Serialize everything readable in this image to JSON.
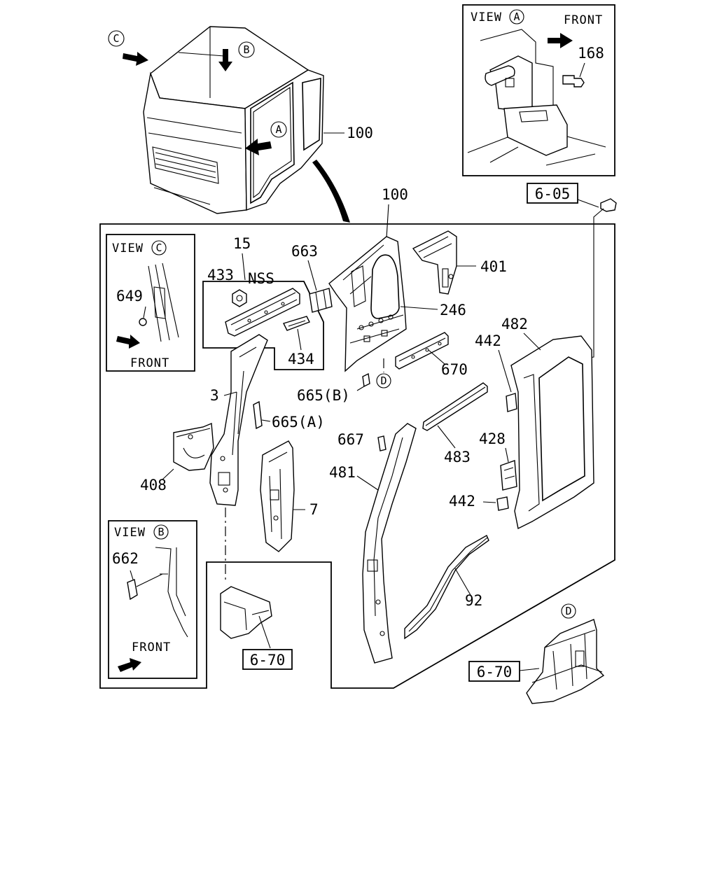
{
  "labels": {
    "p100_top": "100",
    "p100_main": "100",
    "p15": "15",
    "p433": "433",
    "nss": "NSS",
    "p434": "434",
    "p663": "663",
    "p246": "246",
    "p401": "401",
    "p670": "670",
    "p665b": "665(B)",
    "p665a": "665(A)",
    "p3": "3",
    "p408": "408",
    "p7": "7",
    "p649": "649",
    "p168": "168",
    "p667": "667",
    "p483": "483",
    "p481": "481",
    "p482": "482",
    "p442a": "442",
    "p442b": "442",
    "p428": "428",
    "p92": "92",
    "p662": "662"
  },
  "refs": {
    "r605": "6-05",
    "r670_left": "6-70",
    "r670_right": "6-70"
  },
  "views": {
    "a": {
      "title": "VIEW",
      "letter": "A",
      "front": "FRONT"
    },
    "b": {
      "title": "VIEW",
      "letter": "B",
      "front": "FRONT"
    },
    "c": {
      "title": "VIEW",
      "letter": "C",
      "front": "FRONT"
    }
  },
  "markers": {
    "a": "A",
    "b": "B",
    "c": "C",
    "d_main": "D",
    "d_floor": "D"
  }
}
